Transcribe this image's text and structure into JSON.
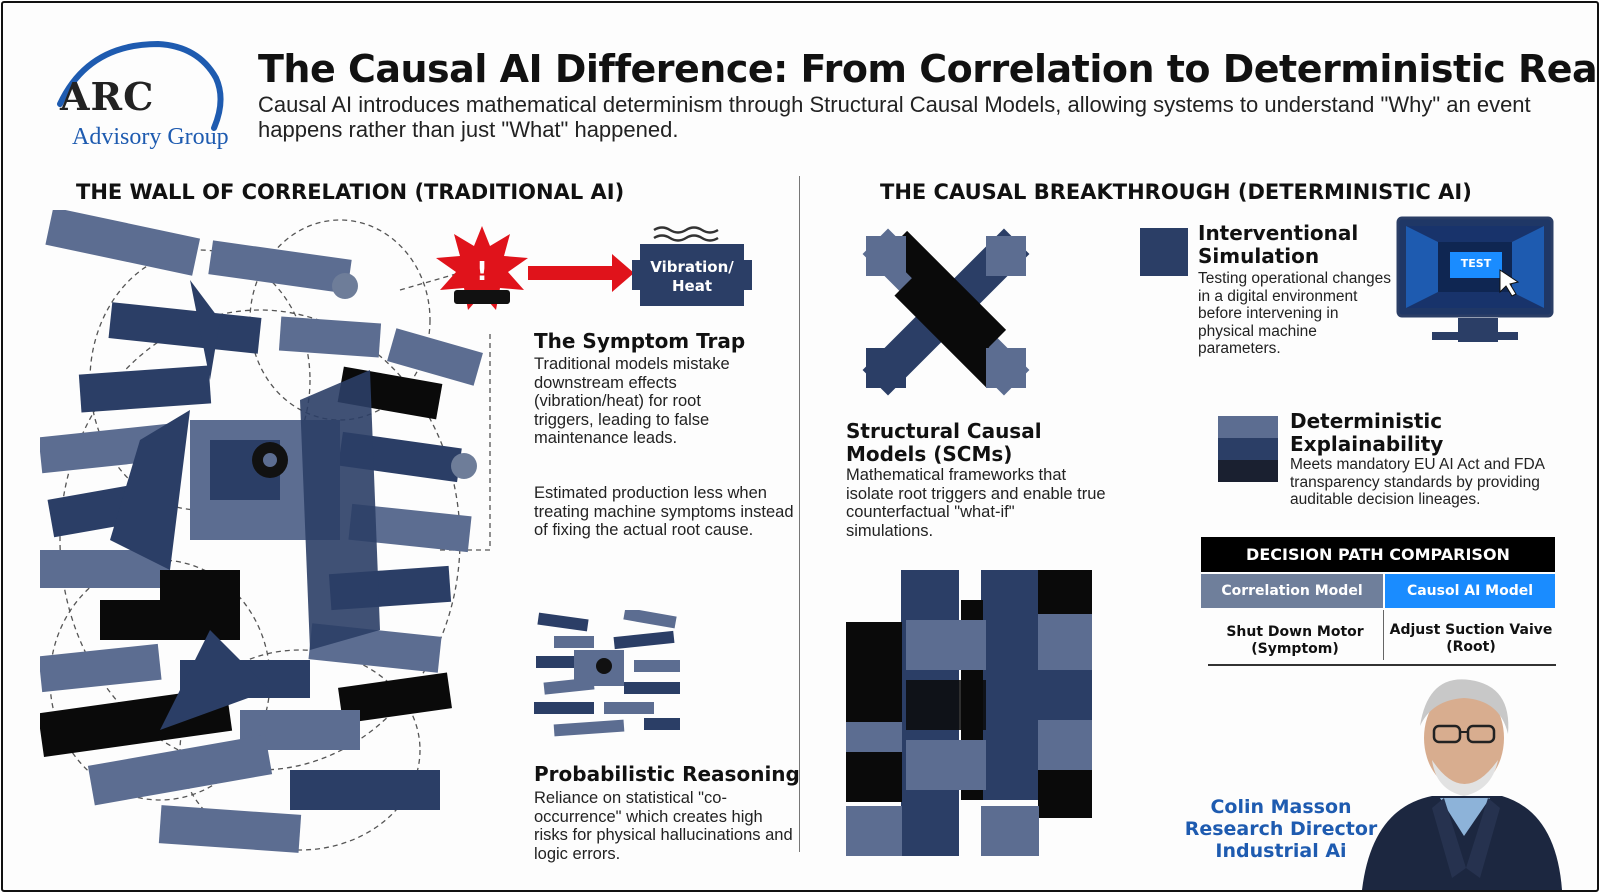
{
  "logo": {
    "main": "ARC",
    "sub": "Advisory Group"
  },
  "title": "The Causal AI Difference: From Correlation to Deterministic Reality",
  "subtitle": "Causal AI introduces mathematical determinism through Structural Causal Models, allowing systems to understand \"Why\" an event happens rather than just \"What\" happened.",
  "left": {
    "heading": "THE WALL OF CORRELATION (TRADITIONAL AI)",
    "sign_label": "Vibration/ Heat",
    "symptom_trap": {
      "title": "The Symptom Trap",
      "body": "Traditional models mistake downstream effects (vibration/heat) for root triggers, leading to false maintenance leads.",
      "note": "Estimated production less when treating machine symptoms instead of fixing the actual root cause."
    },
    "probabilistic": {
      "title": "Probabilistic Reasoning",
      "body": "Reliance on statistical \"co-occurrence\" which creates high risks for physical hallucinations and logic errors."
    }
  },
  "right": {
    "heading": "THE CAUSAL BREAKTHROUGH (DETERMINISTIC AI)",
    "scm": {
      "title": "Structural Causal Models (SCMs)",
      "body": "Mathematical frameworks that isolate root triggers and enable true counterfactual \"what-if\" simulations."
    },
    "interventional": {
      "title": "Interventional Simulation",
      "body": "Testing operational changes in a digital environment before intervening in physical machine parameters.",
      "screen_button": "TEST"
    },
    "explainability": {
      "title": "Deterministic Explainability",
      "body": "Meets mandatory EU AI Act and FDA transparency standards by providing auditable decision lineages."
    },
    "comparison": {
      "title": "DECISION PATH COMPARISON",
      "col_a": "Correlation Model",
      "col_b": "Causol AI Model",
      "val_a": "Shut Down Motor (Symptom)",
      "val_b": "Adjust Suction Vaive (Root)"
    },
    "person": {
      "name": "Colin Masson",
      "role": "Research Director",
      "area": "Industrial Ai"
    }
  },
  "colors": {
    "navy": "#2b3e66",
    "slate": "#5c6d91",
    "black": "#0a0a0a",
    "accent_blue": "#1a8cff",
    "alert_red": "#e0131b",
    "brand_blue": "#1e5bb0"
  }
}
